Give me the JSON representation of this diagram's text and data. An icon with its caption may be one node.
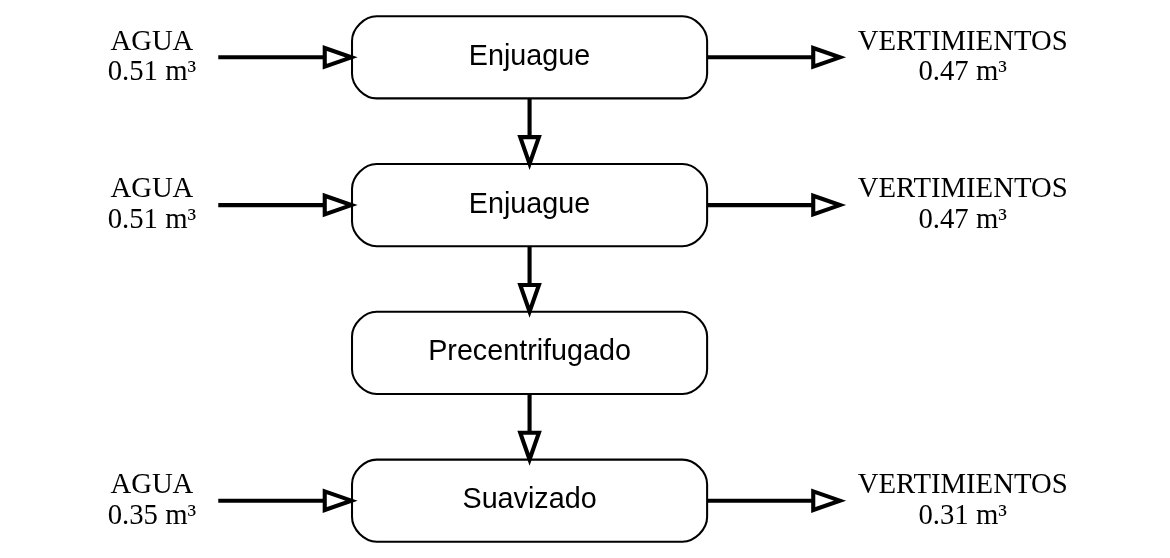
{
  "diagram": {
    "nodes": [
      {
        "text": [
          "AGUA",
          "0.51 m³"
        ]
      },
      {
        "text": [
          "Enjuague"
        ]
      },
      {
        "text": [
          "VERTIMIENTOS",
          "0.47 m³"
        ]
      },
      {
        "text": [
          "AGUA",
          "0.51 m³"
        ]
      },
      {
        "text": [
          "Enjuague"
        ]
      },
      {
        "text": [
          "VERTIMIENTOS",
          "0.47 m³"
        ]
      },
      {
        "text": [
          "Precentrifugado"
        ]
      },
      {
        "text": [
          "AGUA",
          "0.35 m³"
        ]
      },
      {
        "text": [
          "Suavizado"
        ]
      },
      {
        "text": [
          "VERTIMIENTOS",
          "0.31 m³"
        ]
      }
    ],
    "edges": [
      {
        "from": 0,
        "to": 1,
        "arrow": "to"
      },
      {
        "from": 1,
        "to": 2,
        "arrow": "to"
      },
      {
        "from": 1,
        "to": 4,
        "arrow": "to"
      },
      {
        "from": 3,
        "to": 4,
        "arrow": "to"
      },
      {
        "from": 4,
        "to": 5,
        "arrow": "to"
      },
      {
        "from": 4,
        "to": 6,
        "arrow": "to"
      },
      {
        "from": 6,
        "to": 8,
        "arrow": "to"
      },
      {
        "from": 7,
        "to": 8,
        "arrow": "to"
      },
      {
        "from": 8,
        "to": 9,
        "arrow": "to"
      }
    ]
  }
}
